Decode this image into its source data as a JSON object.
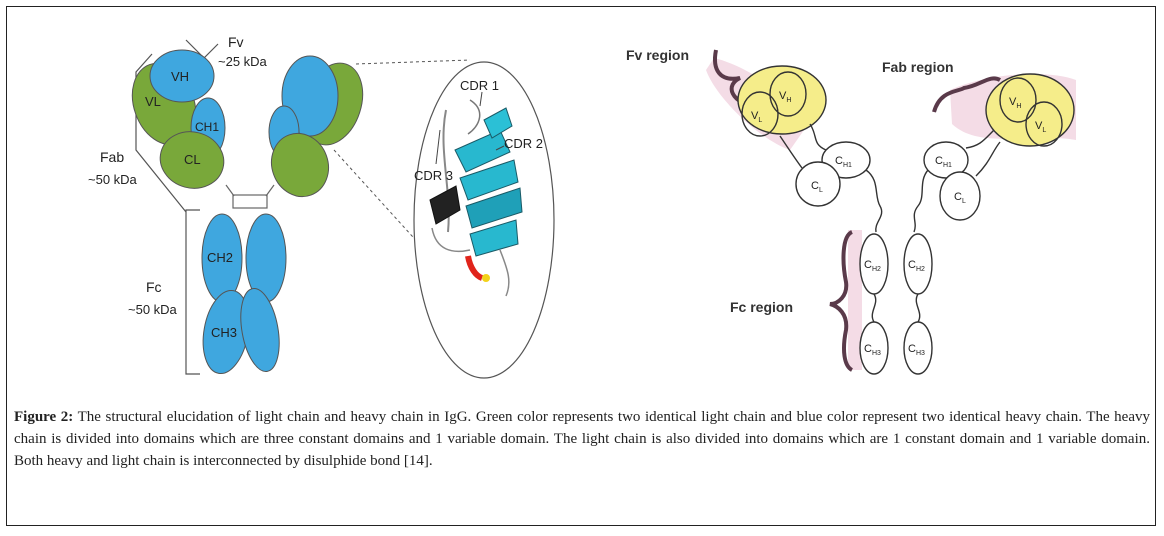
{
  "left_diagram": {
    "labels": {
      "fv": "Fv",
      "fv_kda": "~25 kDa",
      "fab": "Fab",
      "fab_kda": "~50 kDa",
      "fc": "Fc",
      "fc_kda": "~50 kDa",
      "vh": "VH",
      "vl": "VL",
      "ch1": "CH1",
      "cl": "CL",
      "ch2": "CH2",
      "ch3": "CH3"
    },
    "colors": {
      "heavy": "#3fa7df",
      "light": "#79a83a"
    }
  },
  "inset": {
    "cdr1": "CDR 1",
    "cdr2": "CDR 2",
    "cdr3": "CDR 3"
  },
  "right_diagram": {
    "fv_region": "Fv region",
    "fab_region": "Fab region",
    "fc_region": "Fc region",
    "domains": {
      "v_base": "V",
      "h_sub": "H",
      "l_sub": "L",
      "c_base": "C",
      "h1_sub": "H1",
      "h2_sub": "H2",
      "h3_sub": "H3"
    },
    "colors": {
      "variable": "#f5ed8a",
      "bracket": "#5a3a4a",
      "shade": "#f4dce6"
    }
  },
  "caption": {
    "label": "Figure 2:",
    "text": " The structural elucidation of light chain and heavy chain in IgG. Green color represents two identical light chain and blue color represent two identical heavy chain. The heavy chain is divided into domains which are three constant domains and 1 variable domain. The light chain is also divided into domains which are 1 constant domain and 1 variable domain. Both heavy and light chain is interconnected by disulphide bond [14]."
  }
}
